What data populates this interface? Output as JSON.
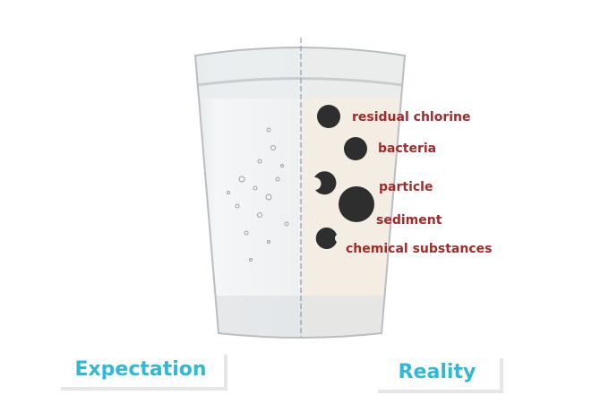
{
  "contaminants": [
    {
      "label": "residual chlorine"
    },
    {
      "label": "bacteria"
    },
    {
      "label": "particle"
    },
    {
      "label": "sediment"
    },
    {
      "label": "chemical substances"
    }
  ],
  "captions": {
    "left": "Expectation",
    "right": "Reality"
  },
  "colors": {
    "label": "#a32a2a",
    "caption": "#2fb9d4",
    "dirty_water": "#f3ede3",
    "dot": "#2e2e2e"
  }
}
